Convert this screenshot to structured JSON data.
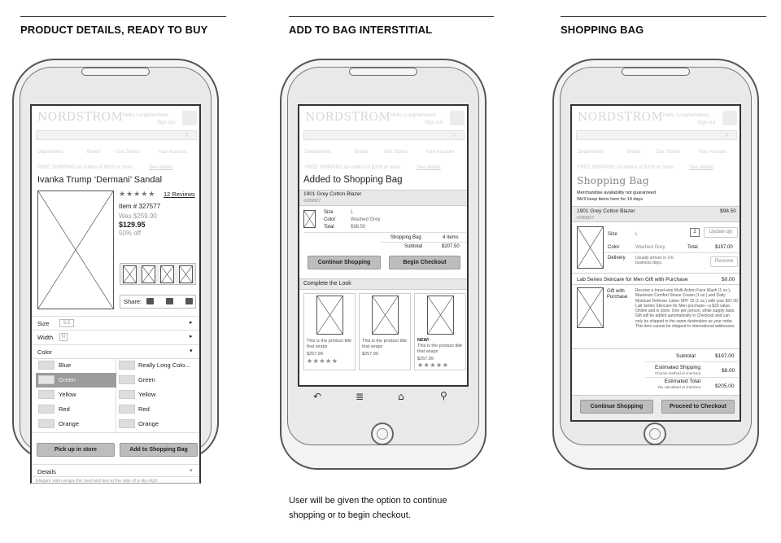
{
  "columns": [
    {
      "title": "PRODUCT DETAILS, READY TO BUY"
    },
    {
      "title": "ADD TO BAG INTERSTITIAL"
    },
    {
      "title": "SHOPPING BAG"
    }
  ],
  "caption": [
    "User will be given the option to continue",
    "shopping or to begin checkout."
  ],
  "common": {
    "logo": "NORDSTROM",
    "greeting": "Hello, Longhorndavis",
    "sign_out": "Sign out",
    "nav": [
      "Department",
      "Brand",
      "Our Stores",
      "Your Account"
    ],
    "banner": "FREE SHIPPING on orders of $200 or more.",
    "banner_link": "See details"
  },
  "pdp": {
    "title": "Ivanka Trump ‘Dermani’ Sandal",
    "rating_stars": "★★★★★",
    "reviews": "12 Reviews",
    "item": "Item # 327577",
    "was": "Was $259.90",
    "price": "$129.95",
    "off": "50% off",
    "share": "Share:",
    "size_label": "Size",
    "size_value": "5.5",
    "width_label": "Width",
    "width_value": "N",
    "color_label": "Color",
    "colors_left": [
      "Blue",
      "Green",
      "Yellow",
      "Red",
      "Orange"
    ],
    "colors_right": [
      "Really Long Colo...",
      "Green",
      "Yellow",
      "Red",
      "Orange"
    ],
    "btn_pickup": "Pick up in store",
    "btn_add": "Add to Shopping Bag",
    "details": "Details",
    "details_text": "Elegant satin wraps the heel and ties at the side of a sky-high"
  },
  "interstitial": {
    "heading": "Added to Shopping Bag",
    "product": "1901 Grey Cotton Blazer",
    "sku": "#289827",
    "attr_labels": [
      "Size",
      "Color",
      "Total"
    ],
    "attr_values": [
      "L",
      "Washed Grey",
      "$98.50"
    ],
    "bag_label": "Shopping Bag",
    "bag_value": "4 Items",
    "subtotal_label": "Subtotal",
    "subtotal_value": "$207.50",
    "btn_continue": "Continue Shopping",
    "btn_checkout": "Begin Checkout",
    "complete_look": "Complete the Look",
    "tile_text": "This is the product title that wraps",
    "tile_price": "$257.99",
    "tile_new": "NEW!",
    "tile_stars": "★★★★★"
  },
  "bag": {
    "heading": "Shopping Bag",
    "note1": "Merchandise availability not guaranteed",
    "note2": "We'll keep items here for 14 days",
    "item1_name": "1901 Grey Cotton Blazer",
    "item1_price": "$98.50",
    "item1_sku": "#289827",
    "size_label": "Size",
    "size_value": "L",
    "qty": "2",
    "update_qty": "Update qty",
    "color_label": "Color",
    "color_value": "Washed Grey",
    "total_label": "Total",
    "total_value": "$197.00",
    "delivery_label": "Delivery",
    "delivery_value": "Usually arrives in 3-6 business days.",
    "remove": "Remove",
    "item2_name": "Lab Series Skincare for Men Gift with Purchase",
    "item2_price": "$0.00",
    "gift_label": "Gift with Purchase",
    "gift_text": "Receive a travel-size Multi-Action Face Wash (1 oz.), Maximum Comfort Shave Cream (1 oz.) and Daily Moisture Defense Lotion SPF 15 (1 oz.) with your $37.50 Lab Series Skincare for Men purchase—a $20 value. Online and in store. One per person, while supply lasts. Gift will be added automatically in Checkout and can only be shipped to the same destination as your order. This item cannot be shipped to international addresses.",
    "subtotal_label": "Subtotal",
    "subtotal_value": "$197.00",
    "ship_label": "Estimated Shipping",
    "ship_note": "Choose method at checkout",
    "ship_value": "$8.00",
    "est_total_label": "Estimated Total",
    "est_total_note": "Tax calculated at checkout",
    "est_total_value": "$205.00",
    "btn_continue": "Continue Shopping",
    "btn_checkout": "Proceed to Checkout"
  }
}
